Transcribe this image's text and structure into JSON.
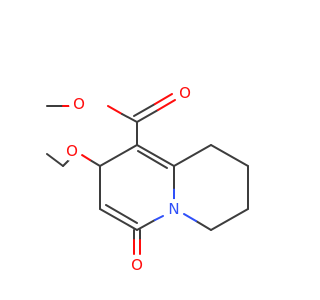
{
  "molecule": {
    "atom_labels": {
      "ester_carbonyl_oxygen": "O",
      "ester_ether_oxygen": "O",
      "ethoxy_oxygen": "O",
      "ring_nitrogen": "N",
      "ketone_oxygen": "O"
    }
  },
  "colors": {
    "carbon_bond": "#3d3d3d",
    "oxygen": "#ff0d0d",
    "nitrogen": "#3050f8",
    "background": "#ffffff"
  }
}
